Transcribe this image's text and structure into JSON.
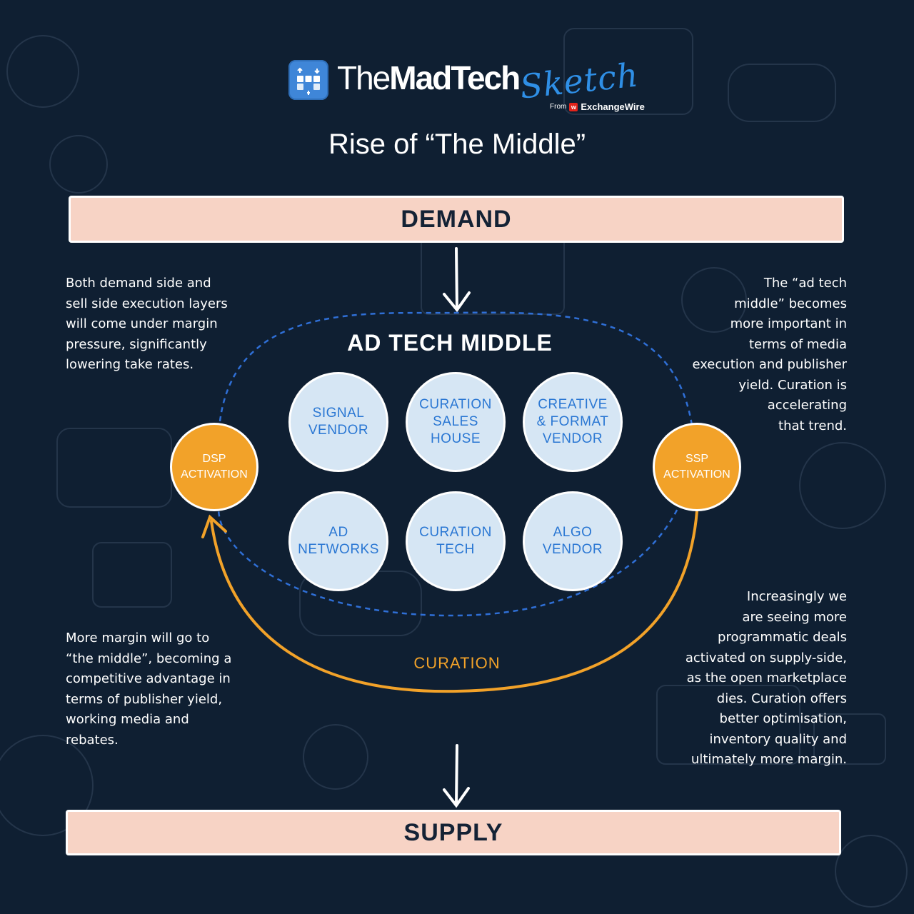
{
  "header": {
    "logo_icon": "madtech-grid-icon",
    "logo_the": "The",
    "logo_madtech": "MadTech",
    "logo_script": "Sketch",
    "byline_from": "From",
    "byline_brand": "ExchangeWire"
  },
  "title": "Rise of “The Middle”",
  "demand_label": "DEMAND",
  "supply_label": "SUPPLY",
  "middle_title": "AD TECH MIDDLE",
  "vendors": [
    "SIGNAL\nVENDOR",
    "CURATION\nSALES\nHOUSE",
    "CREATIVE\n& FORMAT\nVENDOR",
    "AD\nNETWORKS",
    "CURATION\nTECH",
    "ALGO\nVENDOR"
  ],
  "dsp_activation": "DSP\nACTIVATION",
  "ssp_activation": "SSP\nACTIVATION",
  "curation_label": "CURATION",
  "notes": {
    "top_left": "Both demand side and\nsell side execution layers\nwill come under margin\npressure, significantly\nlowering take rates.",
    "top_right": "The “ad tech\nmiddle” becomes\nmore important in\nterms of media\nexecution and publisher\nyield. Curation is\naccelerating\nthat trend.",
    "bottom_left": "More margin will go to\n“the middle”, becoming a\ncompetitive advantage in\nterms of publisher yield,\nworking media and\nrebates.",
    "bottom_right": "Increasingly we\nare seeing more\nprogrammatic deals\nactivated on supply-side,\nas the open marketplace\ndies. Curation offers\nbetter optimisation,\ninventory quality and\nultimately more margin."
  },
  "colors": {
    "background": "#0f1f32",
    "bar_fill": "#f7d3c5",
    "vendor_fill": "#d6e6f4",
    "vendor_text": "#2a77d3",
    "activation_fill": "#f2a229",
    "dashed_loop": "#2f6fd6",
    "curation_arrow": "#f2a229"
  }
}
